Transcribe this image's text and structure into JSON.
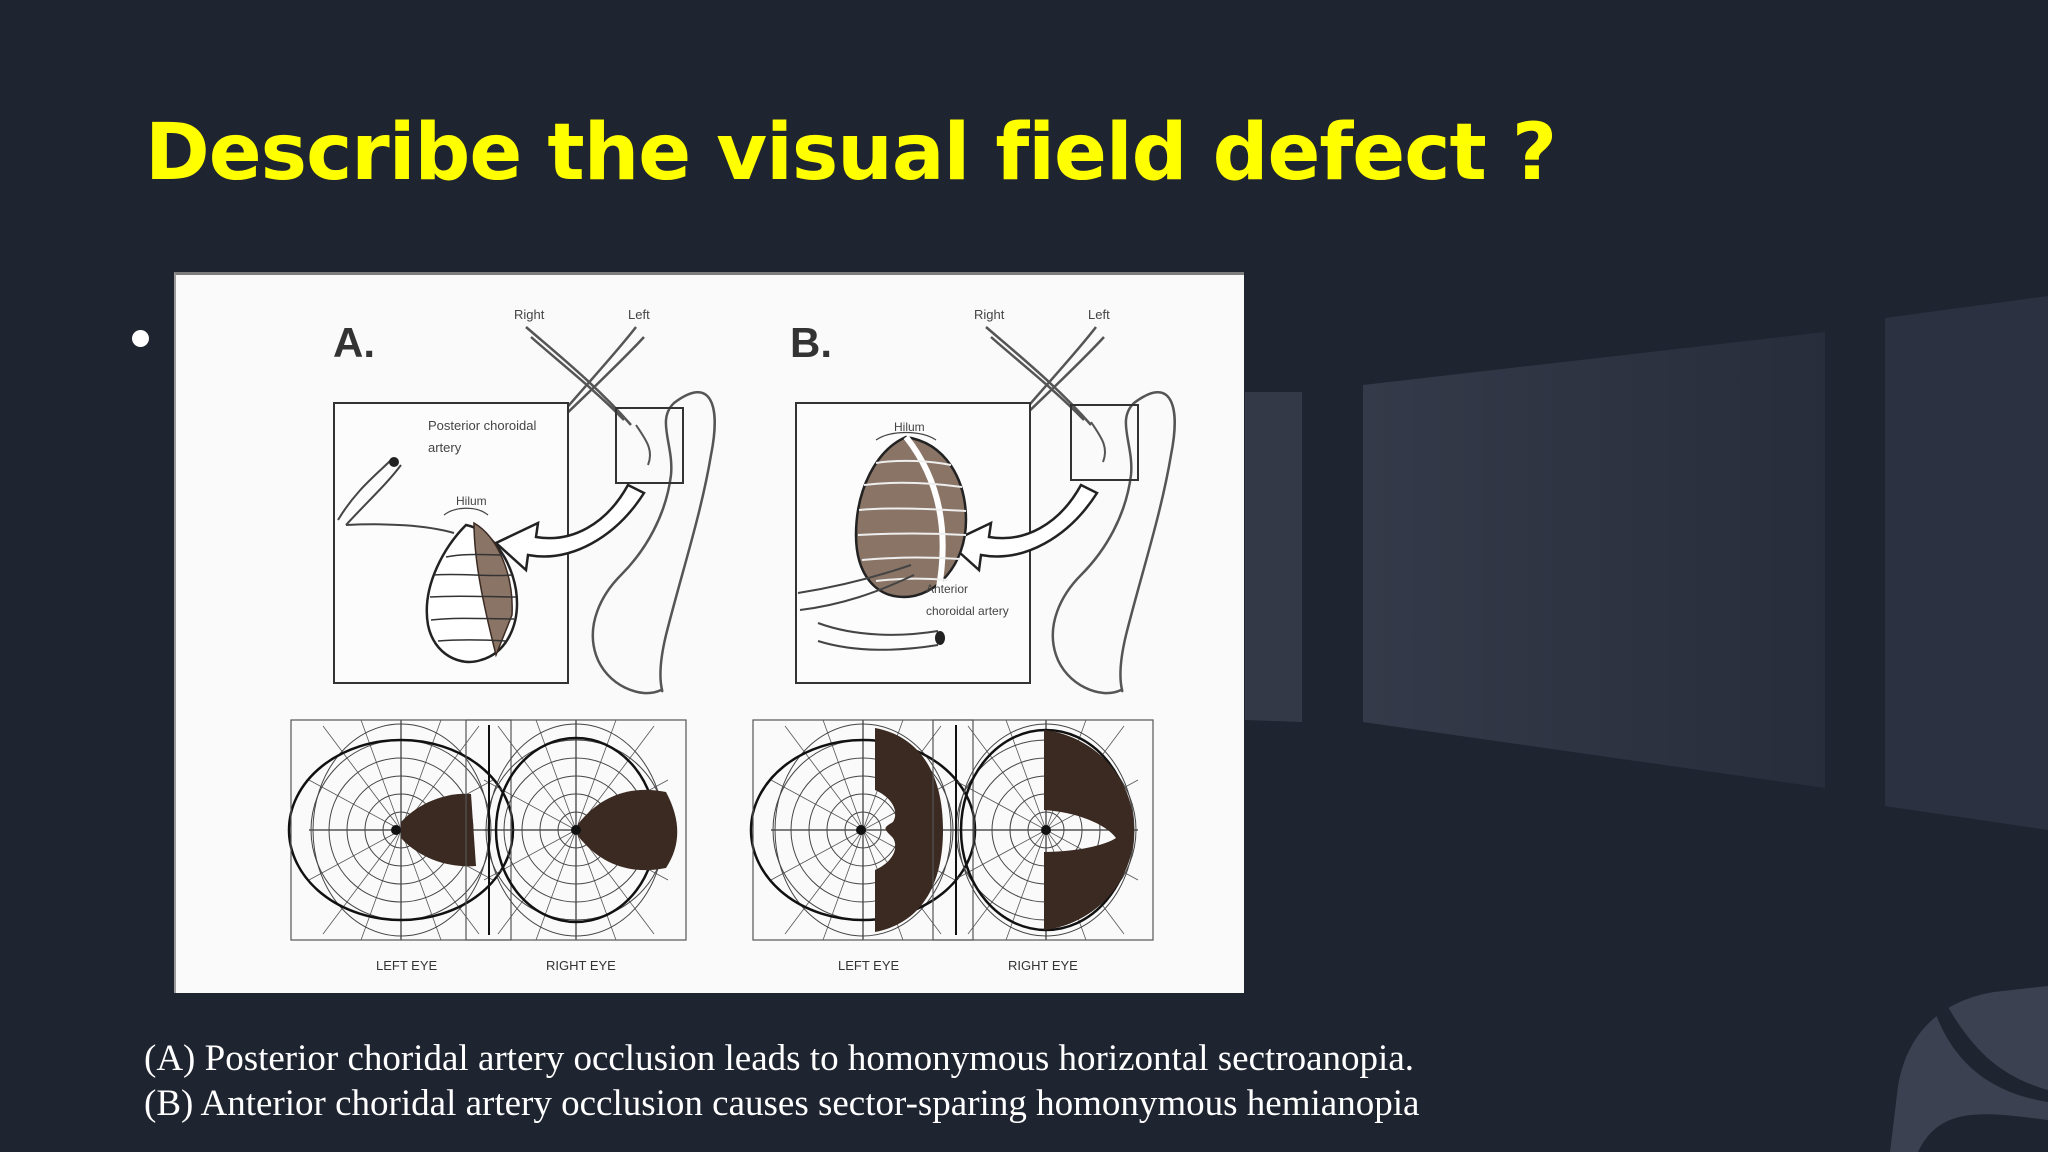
{
  "slide": {
    "title": "Describe the visual field defect ?",
    "captions": [
      "(A) Posterior choridal artery occlusion leads to homonymous horizontal sectroanopia.",
      "(B) Anterior choridal artery occlusion causes sector-sparing homonymous hemianopia"
    ]
  },
  "figure": {
    "panels": [
      {
        "letter": "A.",
        "right_label": "Right",
        "left_label": "Left",
        "artery_label": [
          "Posterior choroidal",
          "artery"
        ],
        "hilum_label": "Hilum",
        "eye_labels": [
          "LEFT EYE",
          "RIGHT EYE"
        ]
      },
      {
        "letter": "B.",
        "right_label": "Right",
        "left_label": "Left",
        "artery_label": [
          "Anterior",
          "choroidal artery"
        ],
        "hilum_label": "Hilum",
        "eye_labels": [
          "LEFT EYE",
          "RIGHT EYE"
        ]
      }
    ],
    "colors": {
      "defect_fill": "#3b2a22",
      "line": "#2a2a2a"
    }
  },
  "theme": {
    "background": "#1f2431",
    "title_color": "#ffff00",
    "caption_color": "#ffffff"
  }
}
